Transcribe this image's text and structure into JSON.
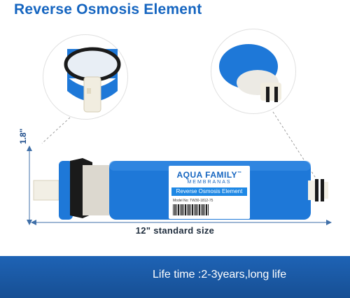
{
  "title": "Reverse Osmosis Element",
  "dimensions": {
    "height": "1.8\"",
    "length": "12\"  standard size"
  },
  "label": {
    "brand": "AQUA FAMILY",
    "trademark": "™",
    "subtitle": "MEMBRANAS",
    "band_text": "Reverse Osmosis Element",
    "model": "Model No: TW30-1812-75"
  },
  "footer": {
    "text": "Life time :2-3years,long life"
  },
  "colors": {
    "title": "#1565c0",
    "membrane": "#1e78d8",
    "footer": "#1e63b5"
  }
}
